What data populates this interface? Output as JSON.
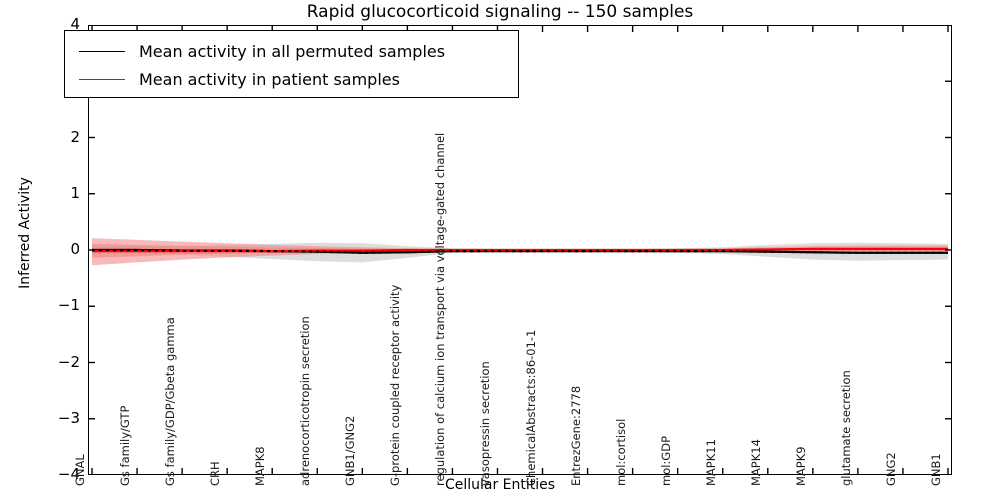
{
  "chart_data": {
    "type": "line",
    "title": "Rapid glucocorticoid signaling -- 150 samples",
    "xlabel": "Cellular Entities",
    "ylabel": "Inferred Activity",
    "ylim": [
      -4,
      4
    ],
    "yticks": [
      "4",
      "3",
      "2",
      "1",
      "0",
      "-1",
      "-2",
      "-3",
      "-4"
    ],
    "grid": false,
    "legend_position": "upper left",
    "categories": [
      "GNAL",
      "Gs family/GTP",
      "Gs family/GDP/Gbeta gamma",
      "CRH",
      "MAPK8",
      "adrenocorticotropin secretion",
      "GNB1/GNG2",
      "G-protein coupled receptor activity",
      "regulation of calcium ion transport via voltage-gated channel",
      "vasopressin secretion",
      "ChemicalAbstracts:86-01-1",
      "EntrezGene:2778",
      "mol:cortisol",
      "mol:GDP",
      "MAPK11",
      "MAPK14",
      "MAPK9",
      "glutamate secretion",
      "GNG2",
      "GNB1"
    ],
    "series": [
      {
        "name": "Mean activity in all permuted samples",
        "color": "#000000",
        "style": "solid-with-dots",
        "values": [
          0.0,
          0.0,
          -0.01,
          -0.01,
          -0.02,
          -0.03,
          -0.05,
          -0.04,
          -0.02,
          -0.02,
          -0.02,
          -0.02,
          -0.02,
          -0.02,
          -0.02,
          -0.03,
          -0.04,
          -0.05,
          -0.05,
          -0.05
        ],
        "band_color": "#999999",
        "band_lower": [
          -0.05,
          -0.06,
          -0.08,
          -0.12,
          -0.16,
          -0.2,
          -0.22,
          -0.14,
          -0.05,
          -0.04,
          -0.04,
          -0.04,
          -0.04,
          -0.05,
          -0.07,
          -0.12,
          -0.17,
          -0.19,
          -0.18,
          -0.17
        ],
        "band_upper": [
          0.05,
          0.06,
          0.07,
          0.09,
          0.11,
          0.13,
          0.12,
          0.07,
          0.03,
          0.02,
          0.02,
          0.02,
          0.02,
          0.03,
          0.05,
          0.09,
          0.12,
          0.13,
          0.12,
          0.11
        ]
      },
      {
        "name": "Mean activity in patient samples",
        "color": "#ff0000",
        "style": "solid",
        "values": [
          -0.02,
          -0.02,
          -0.02,
          -0.02,
          -0.02,
          -0.01,
          -0.01,
          0.0,
          0.0,
          0.0,
          0.0,
          0.0,
          0.0,
          0.0,
          0.0,
          0.01,
          0.02,
          0.02,
          0.02,
          0.02
        ],
        "band_color": "#f08080",
        "band_lower": [
          -0.27,
          -0.22,
          -0.17,
          -0.13,
          -0.1,
          -0.07,
          -0.05,
          -0.03,
          -0.02,
          -0.02,
          -0.02,
          -0.02,
          -0.02,
          -0.02,
          -0.02,
          -0.02,
          -0.03,
          -0.04,
          -0.04,
          -0.04
        ],
        "band_upper": [
          0.21,
          0.18,
          0.15,
          0.12,
          0.09,
          0.07,
          0.05,
          0.03,
          0.02,
          0.02,
          0.02,
          0.02,
          0.02,
          0.02,
          0.03,
          0.05,
          0.07,
          0.08,
          0.08,
          0.08
        ]
      }
    ]
  },
  "legend": {
    "items": [
      {
        "label": "Mean activity in all permuted samples",
        "color": "#000000"
      },
      {
        "label": "Mean activity in patient samples",
        "color": "#ff0000"
      }
    ]
  }
}
